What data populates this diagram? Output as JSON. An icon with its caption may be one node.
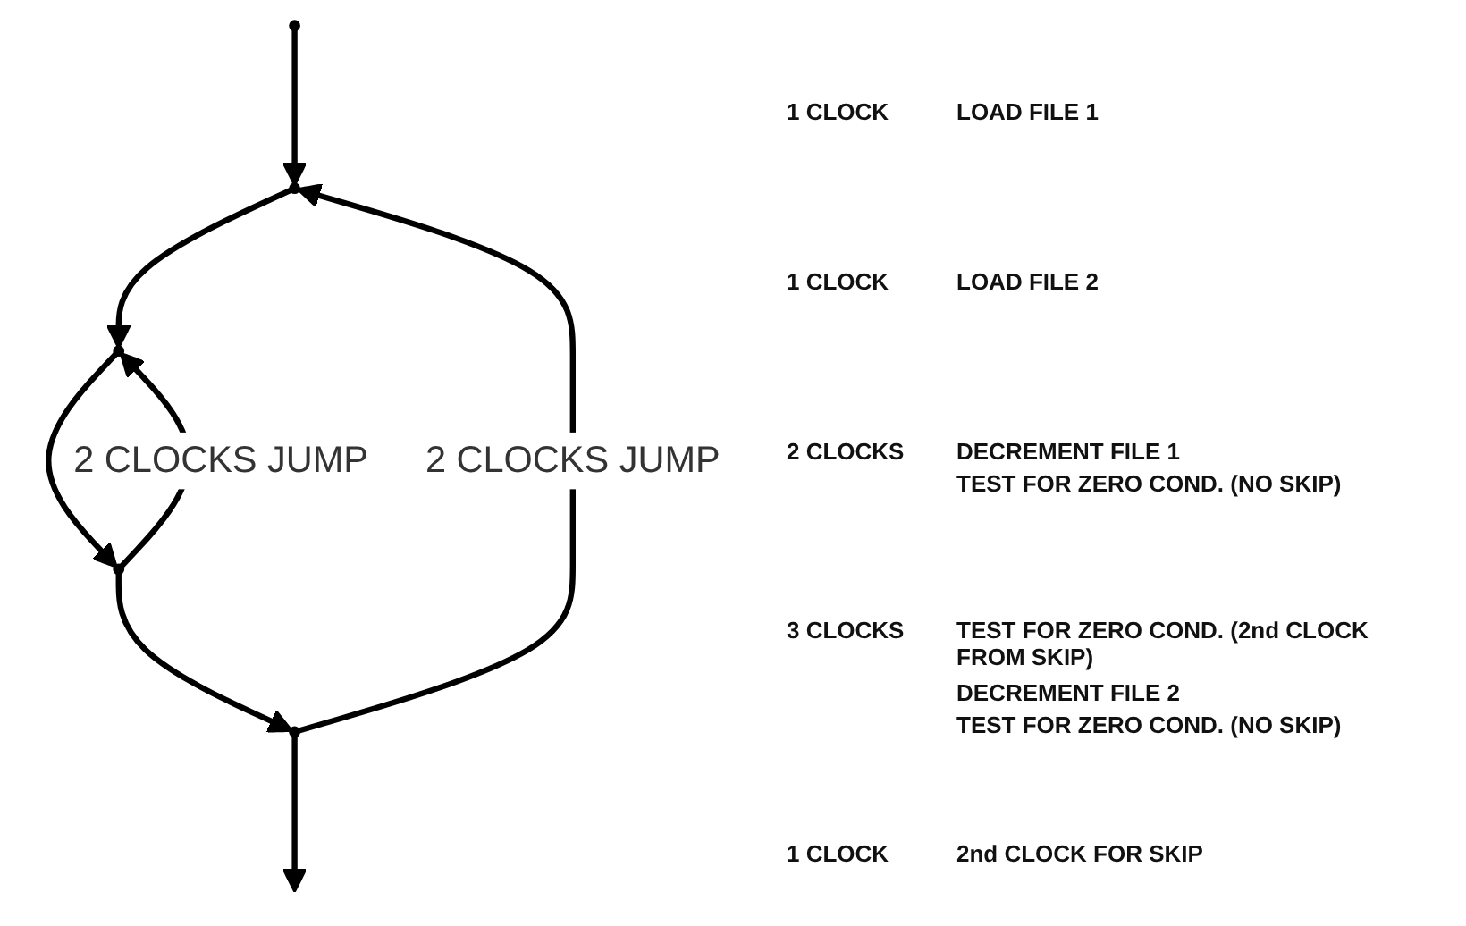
{
  "diagram": {
    "nodes": [
      {
        "text": [],
        "shape": "circle"
      },
      {
        "text": [],
        "shape": "circle"
      },
      {
        "text": [],
        "shape": "circle"
      },
      {
        "text": [],
        "shape": "circle"
      },
      {
        "text": [],
        "shape": "circle"
      }
    ],
    "edges": [
      {
        "from": 0,
        "to": 1,
        "arrow": "to"
      },
      {
        "from": 1,
        "to": 2,
        "arrow": "to"
      },
      {
        "from": 2,
        "to": 3,
        "arrow": "to"
      },
      {
        "from": 3,
        "to": 4,
        "arrow": "to"
      },
      {
        "from": 4,
        "to": null,
        "arrow": "to"
      },
      {
        "from": 4,
        "to": 1,
        "arrow": "to",
        "label": "2 CLOCKS JUMP"
      },
      {
        "from": 3,
        "to": 2,
        "arrow": "to",
        "label": "2 CLOCKS JUMP"
      }
    ],
    "labels": [
      "1 CLOCK",
      "LOAD FILE 1",
      "1 CLOCK",
      "LOAD FILE 2",
      "2 CLOCKS",
      "DECREMENT FILE 1",
      "TEST FOR ZERO COND. (NO SKIP)",
      "3 CLOCKS",
      "TEST FOR ZERO COND. (2nd CLOCK FROM SKIP)",
      "DECREMENT FILE 2",
      "TEST FOR ZERO COND. (NO SKIP)",
      "1 CLOCK",
      "2nd CLOCK FOR SKIP"
    ]
  }
}
